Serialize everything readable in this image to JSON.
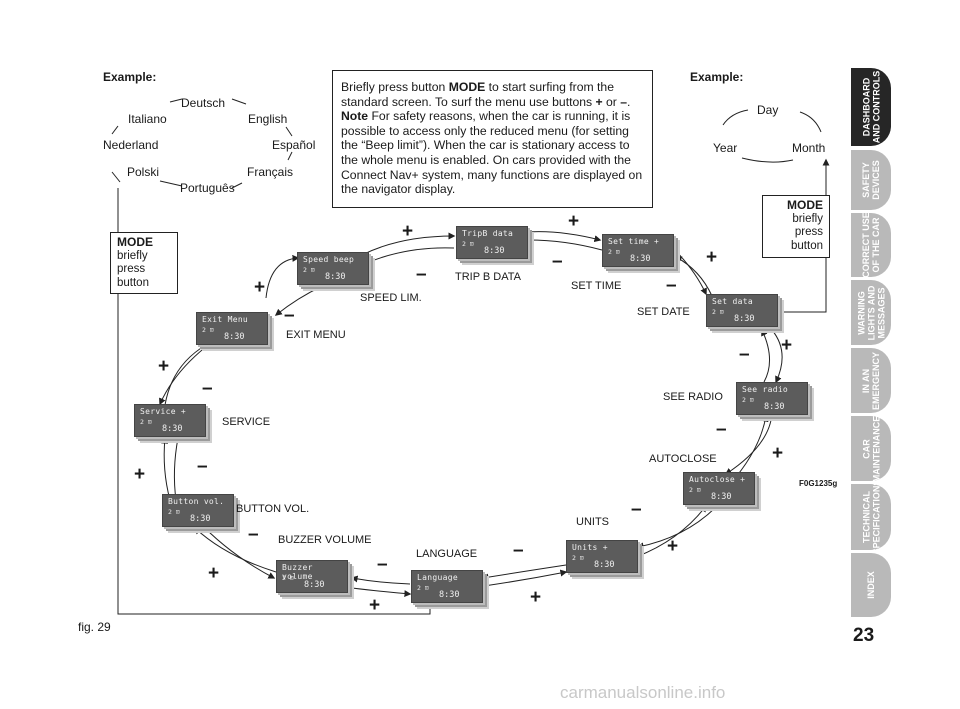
{
  "example_left": "Example:",
  "example_right": "Example:",
  "languages": [
    "Deutsch",
    "English",
    "Español",
    "Français",
    "Português",
    "Polski",
    "Nederland",
    "Italiano"
  ],
  "date_cycle": [
    "Day",
    "Month",
    "Year"
  ],
  "info": {
    "p1": "Briefly press button ",
    "mode": "MODE",
    "p2": " to start surfing from the standard screen. To surf the menu use buttons ",
    "plus": "+",
    "or": " or ",
    "minus": "–",
    "p3": ". ",
    "note": "Note",
    "p4": " For safety reasons, when the car is running, it is possible to access only the reduced menu (for setting the “Beep limit”). When the car is stationary access to the whole menu is enabled. On cars provided with the Connect Nav+ system, many functions are displayed on the navigator display."
  },
  "mode_box_left": {
    "title": "MODE",
    "lines": [
      "briefly",
      "press",
      "button"
    ]
  },
  "mode_box_right": {
    "title": "MODE",
    "lines": [
      "briefly",
      "press",
      "button"
    ]
  },
  "screens": [
    {
      "title": "TripB data",
      "reading": "2 ⊡",
      "clock": "8:30"
    },
    {
      "title": "Set time  +",
      "reading": "2 ⊡",
      "clock": "8:30"
    },
    {
      "title": "Set data",
      "reading": "2 ⊡",
      "clock": "8:30"
    },
    {
      "title": "See radio",
      "reading": "2 ⊡",
      "clock": "8:30"
    },
    {
      "title": "Autoclose +",
      "reading": "2 ⊡",
      "clock": "8:30"
    },
    {
      "title": "Units   +",
      "reading": "2 ⊡",
      "clock": "8:30"
    },
    {
      "title": "Language",
      "reading": "2 ⊡",
      "clock": "8:30"
    },
    {
      "title": "Buzzer volume",
      "reading": "2 ⊡",
      "clock": "8:30"
    },
    {
      "title": "Button vol.",
      "reading": "2 ⊡",
      "clock": "8:30"
    },
    {
      "title": "Service  +",
      "reading": "2 ⊡",
      "clock": "8:30"
    },
    {
      "title": "Exit Menu",
      "reading": "2 ⊡",
      "clock": "8:30"
    },
    {
      "title": "Speed beep",
      "reading": "2 ⊡",
      "clock": "8:30"
    }
  ],
  "menu_labels": [
    "TRIP B DATA",
    "SET TIME",
    "SET  DATE",
    "SEE  RADIO",
    "AUTOCLOSE",
    "UNITS",
    "LANGUAGE",
    "BUZZER VOLUME",
    "BUTTON VOL.",
    "SERVICE",
    "EXIT MENU",
    "SPEED LIM."
  ],
  "plus_sign": "+",
  "minus_sign": "–",
  "figure_code": "F0G1235g",
  "figure_caption": "fig. 29",
  "page_number": "23",
  "side_tabs": [
    {
      "label": "DASHBOARD\nAND CONTROLS",
      "active": true
    },
    {
      "label": "SAFETY\nDEVICES",
      "active": false
    },
    {
      "label": "CORRECT USE\nOF THE CAR",
      "active": false
    },
    {
      "label": "WARNING\nLIGHTS AND\nMESSAGES",
      "active": false
    },
    {
      "label": "IN AN\nEMERGENCY",
      "active": false
    },
    {
      "label": "CAR\nMAINTENANCE",
      "active": false
    },
    {
      "label": "TECHNICAL\nSPECIFICATIONS",
      "active": false
    },
    {
      "label": "INDEX",
      "active": false
    }
  ],
  "watermark": "carmanualsonline.info"
}
